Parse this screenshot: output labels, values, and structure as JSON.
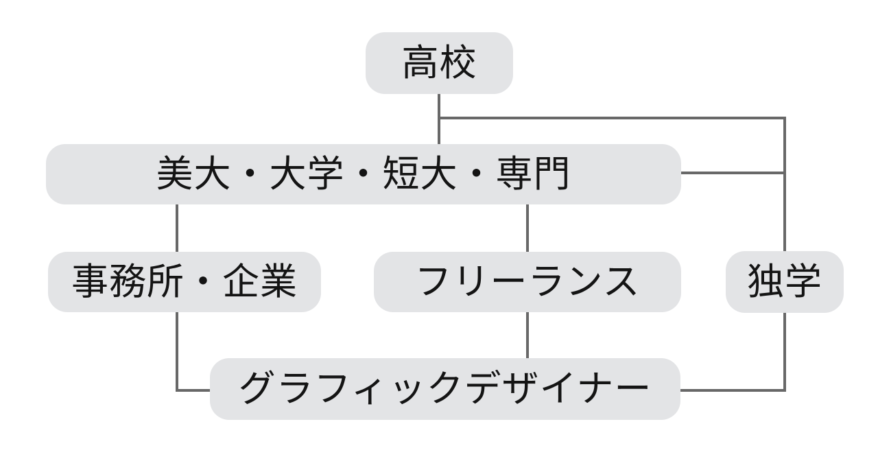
{
  "diagram": {
    "type": "flowchart",
    "nodes": {
      "high_school": {
        "label": "高校"
      },
      "college": {
        "label": "美大・大学・短大・専門"
      },
      "office_company": {
        "label": "事務所・企業"
      },
      "freelance": {
        "label": "フリーランス"
      },
      "self_taught": {
        "label": "独学"
      },
      "graphic_designer": {
        "label": "グラフィックデザイナー"
      }
    },
    "edges": [
      {
        "from": "high_school",
        "to": "college"
      },
      {
        "from": "high_school",
        "to": "self_taught"
      },
      {
        "from": "college",
        "to": "office_company"
      },
      {
        "from": "college",
        "to": "freelance"
      },
      {
        "from": "college",
        "to": "self_taught"
      },
      {
        "from": "office_company",
        "to": "graphic_designer"
      },
      {
        "from": "freelance",
        "to": "graphic_designer"
      },
      {
        "from": "self_taught",
        "to": "graphic_designer"
      }
    ],
    "colors": {
      "node_fill": "#e3e4e6",
      "connector": "#686868",
      "text": "#141414",
      "background": "#ffffff"
    }
  }
}
